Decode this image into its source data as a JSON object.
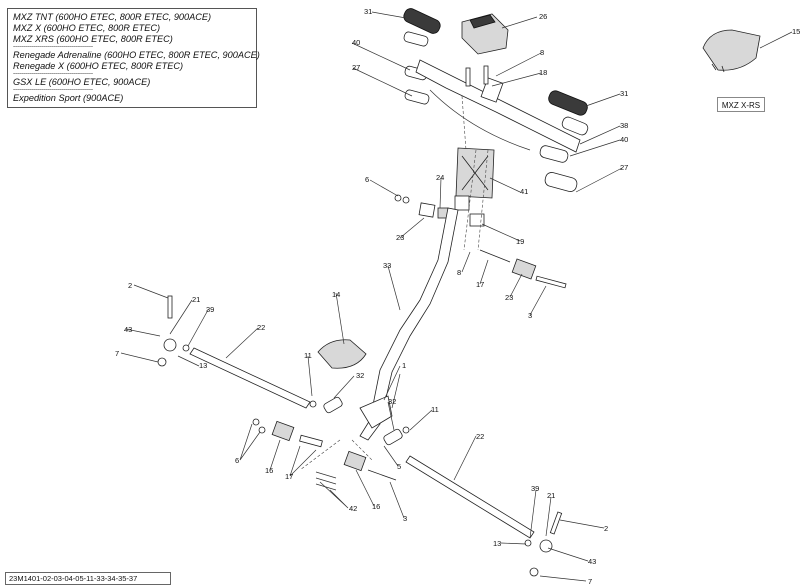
{
  "models_box": {
    "lines": [
      "MXZ TNT (600HO ETEC, 800R ETEC, 900ACE)",
      "MXZ X (600HO ETEC, 800R ETEC)",
      "MXZ XRS (600HO ETEC, 800R ETEC)",
      "----------------------------------------",
      "Renegade Adrenaline (600HO ETEC, 800R ETEC, 900ACE)",
      "Renegade X (600HO ETEC, 800R ETEC)",
      "----------------------------------------",
      "GSX LE (600HO ETEC, 900ACE)",
      "----------------------------------------",
      "Expedition Sport (900ACE)"
    ]
  },
  "variant_label": "MXZ X-RS",
  "document_code": "23M1401-02-03-04-05-11-33-34-35-37",
  "callouts": [
    {
      "id": "c31a",
      "text": "31"
    },
    {
      "id": "c26",
      "text": "26"
    },
    {
      "id": "c15",
      "text": "15"
    },
    {
      "id": "c40a",
      "text": "40"
    },
    {
      "id": "c8a",
      "text": "8"
    },
    {
      "id": "c18",
      "text": "18"
    },
    {
      "id": "c27a",
      "text": "27"
    },
    {
      "id": "c31b",
      "text": "31"
    },
    {
      "id": "c38",
      "text": "38"
    },
    {
      "id": "c40b",
      "text": "40"
    },
    {
      "id": "c6a",
      "text": "6"
    },
    {
      "id": "c24",
      "text": "24"
    },
    {
      "id": "c27b",
      "text": "27"
    },
    {
      "id": "c41",
      "text": "41"
    },
    {
      "id": "c23a",
      "text": "23"
    },
    {
      "id": "c19",
      "text": "19"
    },
    {
      "id": "c33",
      "text": "33"
    },
    {
      "id": "c8b",
      "text": "8"
    },
    {
      "id": "c17a",
      "text": "17"
    },
    {
      "id": "c23b",
      "text": "23"
    },
    {
      "id": "c2a",
      "text": "2"
    },
    {
      "id": "c14",
      "text": "14"
    },
    {
      "id": "c3a",
      "text": "3"
    },
    {
      "id": "c21a",
      "text": "21"
    },
    {
      "id": "c39a",
      "text": "39"
    },
    {
      "id": "c22a",
      "text": "22"
    },
    {
      "id": "c43a",
      "text": "43"
    },
    {
      "id": "c7a",
      "text": "7"
    },
    {
      "id": "c13a",
      "text": "13"
    },
    {
      "id": "c11a",
      "text": "11"
    },
    {
      "id": "c1",
      "text": "1"
    },
    {
      "id": "c32a",
      "text": "32"
    },
    {
      "id": "c32b",
      "text": "32"
    },
    {
      "id": "c11b",
      "text": "11"
    },
    {
      "id": "c22b",
      "text": "22"
    },
    {
      "id": "c6b",
      "text": "6"
    },
    {
      "id": "c16a",
      "text": "16"
    },
    {
      "id": "c17b",
      "text": "17"
    },
    {
      "id": "c5",
      "text": "5"
    },
    {
      "id": "c42",
      "text": "42"
    },
    {
      "id": "c16b",
      "text": "16"
    },
    {
      "id": "c3b",
      "text": "3"
    },
    {
      "id": "c39b",
      "text": "39"
    },
    {
      "id": "c21b",
      "text": "21"
    },
    {
      "id": "c2b",
      "text": "2"
    },
    {
      "id": "c13b",
      "text": "13"
    },
    {
      "id": "c43b",
      "text": "43"
    },
    {
      "id": "c7b",
      "text": "7"
    }
  ]
}
